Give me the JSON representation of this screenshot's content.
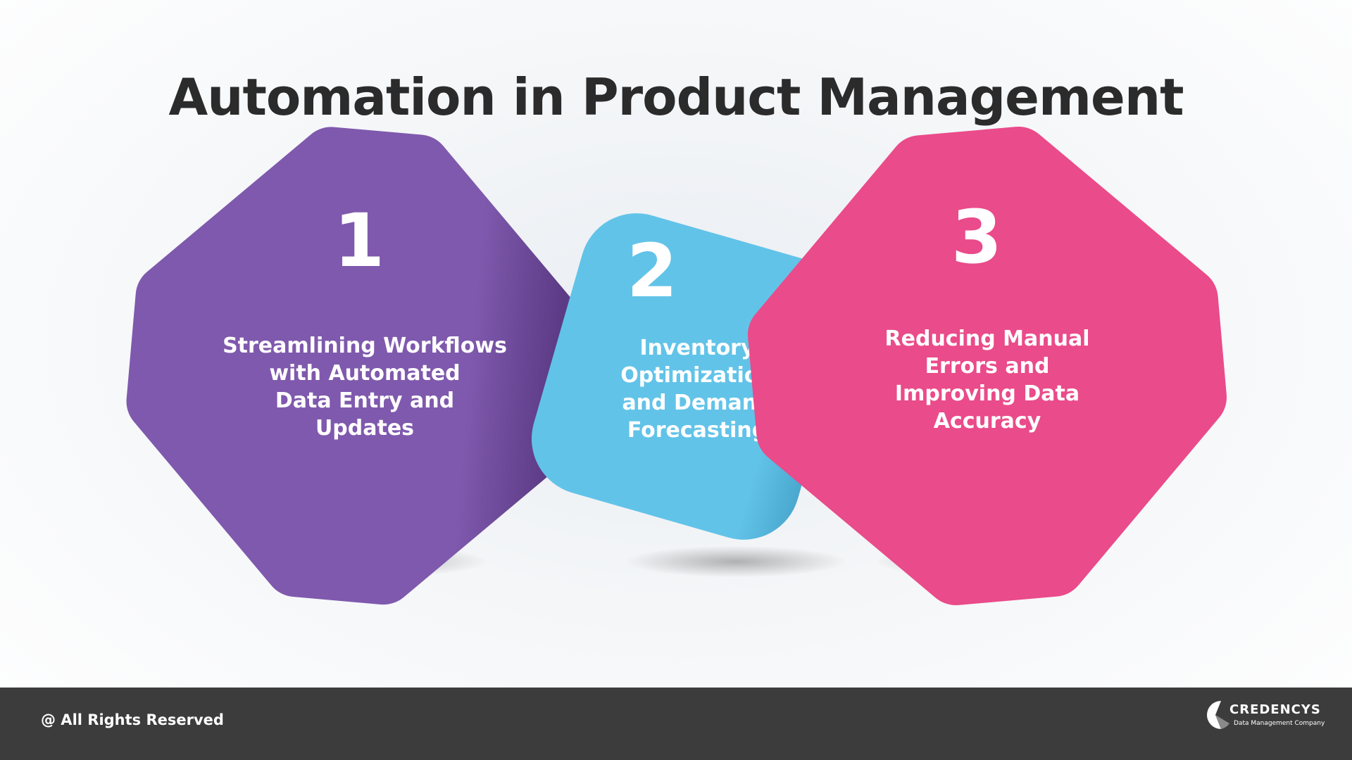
{
  "title": "Automation in Product Management",
  "steps": [
    {
      "number": "1",
      "lines": [
        "Streamlining Workflows",
        "with Automated",
        "Data Entry and",
        "Updates"
      ],
      "color": "#7f59ad"
    },
    {
      "number": "2",
      "lines": [
        "Inventory",
        "Optimization",
        "and Demand",
        "Forecasting"
      ],
      "color": "#62c3e8"
    },
    {
      "number": "3",
      "lines": [
        "Reducing Manual",
        "Errors and",
        "Improving Data",
        "Accuracy"
      ],
      "color": "#ea4b8a"
    }
  ],
  "footer": {
    "rights": "@ All Rights Reserved",
    "logo": {
      "name": "CREDENCYS",
      "tagline": "Data Management Company",
      "icon": "credencys-logo-icon"
    },
    "background_color": "#3c3c3c"
  }
}
